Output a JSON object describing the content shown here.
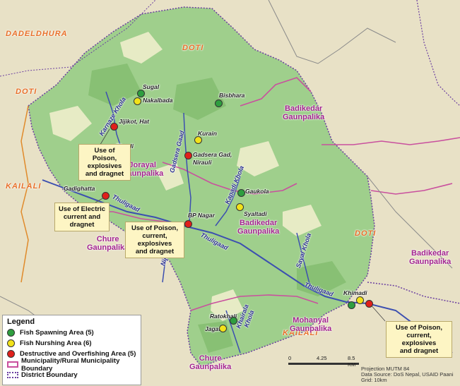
{
  "districts": {
    "dadeldhura": "DADELDHURA",
    "doti_top": "DOTI",
    "doti_left": "DOTI",
    "kailali_left": "KAILALI",
    "doti_right": "DOTI",
    "kailali_bottom": "KAILALI"
  },
  "gaunpalikas": {
    "jorayal_1": "Jorayal",
    "jorayal_2": "Gaunpalika",
    "badikedar_a1": "Badikedar",
    "badikedar_a2": "Gaunpalika",
    "badikedar_b1": "Badikedar",
    "badikedar_b2": "Gaunpalika",
    "badikedar_c1": "Badikedar",
    "badikedar_c2": "Gaunpalika",
    "chure_a1": "Chure",
    "chure_a2": "Gaunpalika",
    "chure_b1": "Chure",
    "chure_b2": "Gaunpalika",
    "mohanyal_1": "Mohanyal",
    "mohanyal_2": "Gaunpalika"
  },
  "rivers": {
    "karnaze": "Karnaze Khola",
    "thuligaad_1": "Thuligaad",
    "thuligaad_2": "Thuligaad",
    "thuligaad_3": "Thuligaad",
    "gadsera": "Gadsera Gaad",
    "kapadi": "Kapadi Khola",
    "nijali": "Nijali Khola",
    "sayal": "Sayal Khola",
    "khairala_1": "Khairala",
    "khairala_2": "Khola"
  },
  "places": {
    "sugal": "Sugal",
    "nakalbada": "Nakalbada",
    "bisbhara": "Bisbhara",
    "jijikot": "Jijikot, Hat",
    "thapli": "Thapli",
    "kurain": "Kurain",
    "gadsera_1": "Gadsera Gad,",
    "gadsera_2": "Nirauli",
    "gadighatta": "Gadighatta",
    "gaukola": "Gaukola",
    "syaltadi": "Syaltadi",
    "bpnagar": "BP Nagar",
    "ratokhali": "Ratokhali",
    "jagati": "Jagati",
    "khimadi": "Khimadi"
  },
  "callouts": {
    "c1_1": "Use of Poison,",
    "c1_2": "explosives",
    "c1_3": "and dragnet",
    "c2_1": "Use of Electric",
    "c2_2": "current and",
    "c2_3": "dragnet",
    "c3_1": "Use of Poison,",
    "c3_2": "current, explosives",
    "c3_3": "and dragnet",
    "c4_1": "Use of Poison,",
    "c4_2": "current, explosives",
    "c4_3": "and dragnet"
  },
  "legend": {
    "title": "Legend",
    "spawning": "Fish Spawning Area (5)",
    "nursing": "Fish Nurshing Area (6)",
    "destructive": "Destructive and Overfishing Area (5)",
    "municipality": "Municipality/Rural Municipality Boundary",
    "district": "District Boundary"
  },
  "scale": {
    "t0": "0",
    "t1": "4.25",
    "t2": "8.5 KM"
  },
  "projection": {
    "line1": "Projection MUTM 84",
    "line2": "Data Source: DoS Nepal, USAID Paani",
    "line3": "Grid: 10km"
  },
  "colors": {
    "spawning": "#2e9e3f",
    "nursing": "#f2e21a",
    "destructive": "#e0201b",
    "municipality_boundary": "#c9509e",
    "district_boundary": "#6b3fa0",
    "watershed": "#9fcf8c",
    "background": "#e9e2c8"
  }
}
